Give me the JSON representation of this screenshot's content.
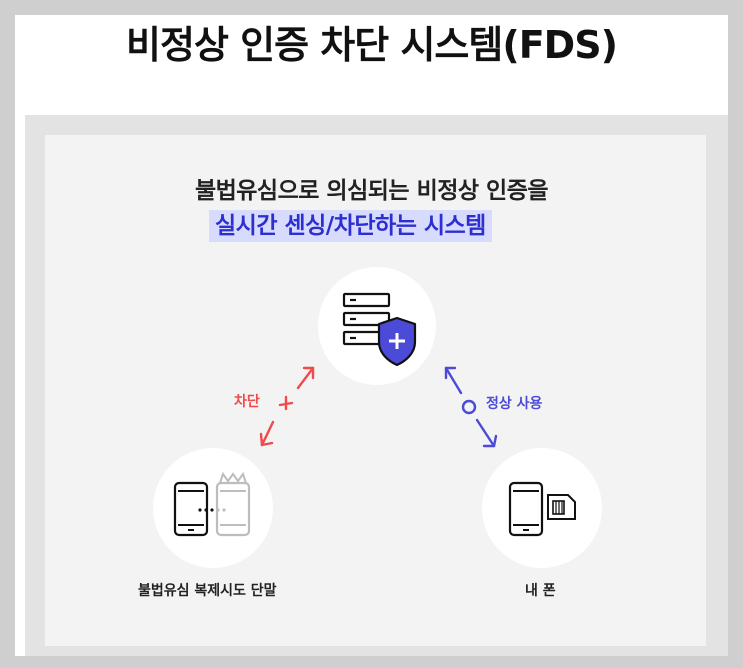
{
  "title": "비정상 인증 차단 시스템(FDS)",
  "headline": {
    "line1": "불법유심으로 의심되는 비정상 인증을",
    "line2": "실시간 센싱/차단하는 시스템"
  },
  "nodes": {
    "server": {
      "icon": "server-shield-icon"
    },
    "clone": {
      "label": "불법유심 복제시도 단말",
      "icon": "cloned-phone-icon"
    },
    "myphone": {
      "label": "내 폰",
      "icon": "phone-usim-icon"
    }
  },
  "edges": {
    "blocked": {
      "label": "차단",
      "status": "blocked",
      "color": "#f04a4a"
    },
    "normal": {
      "label": "정상 사용",
      "status": "allowed",
      "color": "#4b4bd8"
    }
  },
  "colors": {
    "highlight_bg": "#d7dcff",
    "highlight_text": "#2f2fcf",
    "shield": "#4b4bd8"
  }
}
